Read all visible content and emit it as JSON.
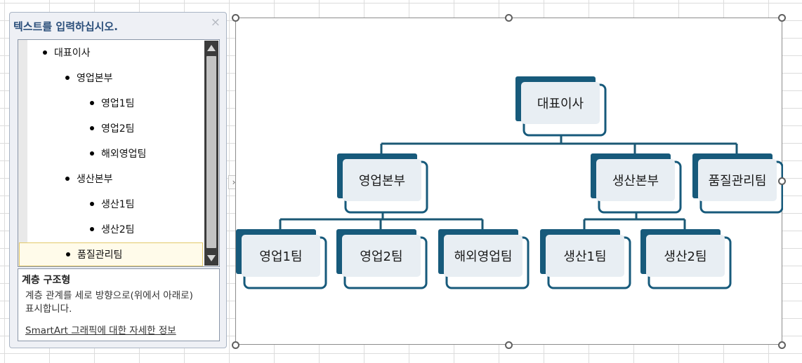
{
  "text_pane": {
    "title": "텍스트를 입력하십시오.",
    "close_label": "×",
    "items": [
      {
        "label": "대표이사",
        "level": 1
      },
      {
        "label": "영업본부",
        "level": 2
      },
      {
        "label": "영업1팀",
        "level": 3
      },
      {
        "label": "영업2팀",
        "level": 3
      },
      {
        "label": "해외영업팀",
        "level": 3
      },
      {
        "label": "생산본부",
        "level": 2
      },
      {
        "label": "생산1팀",
        "level": 3
      },
      {
        "label": "생산2팀",
        "level": 3
      },
      {
        "label": "품질관리팀",
        "level": 2
      }
    ],
    "selected_index": 8
  },
  "description": {
    "title": "계층 구조형",
    "text": "계층 관계를 세로 방향으로(위에서 아래로) 표시합니다.",
    "link": "SmartArt 그래픽에 대한 자세한 정보"
  },
  "expand_tab": {
    "label": "›"
  },
  "org_chart": {
    "colors": {
      "accent": "#175A7B",
      "shape_fill": "#E8EEF3",
      "line": "#1B5874"
    },
    "nodes": [
      {
        "id": "ceo",
        "label": "대표이사",
        "parent": null
      },
      {
        "id": "sales",
        "label": "영업본부",
        "parent": "ceo"
      },
      {
        "id": "prod",
        "label": "생산본부",
        "parent": "ceo"
      },
      {
        "id": "qc",
        "label": "품질관리팀",
        "parent": "ceo"
      },
      {
        "id": "sales1",
        "label": "영업1팀",
        "parent": "sales"
      },
      {
        "id": "sales2",
        "label": "영업2팀",
        "parent": "sales"
      },
      {
        "id": "overseas",
        "label": "해외영업팀",
        "parent": "sales"
      },
      {
        "id": "prod1",
        "label": "생산1팀",
        "parent": "prod"
      },
      {
        "id": "prod2",
        "label": "생산2팀",
        "parent": "prod"
      }
    ]
  }
}
